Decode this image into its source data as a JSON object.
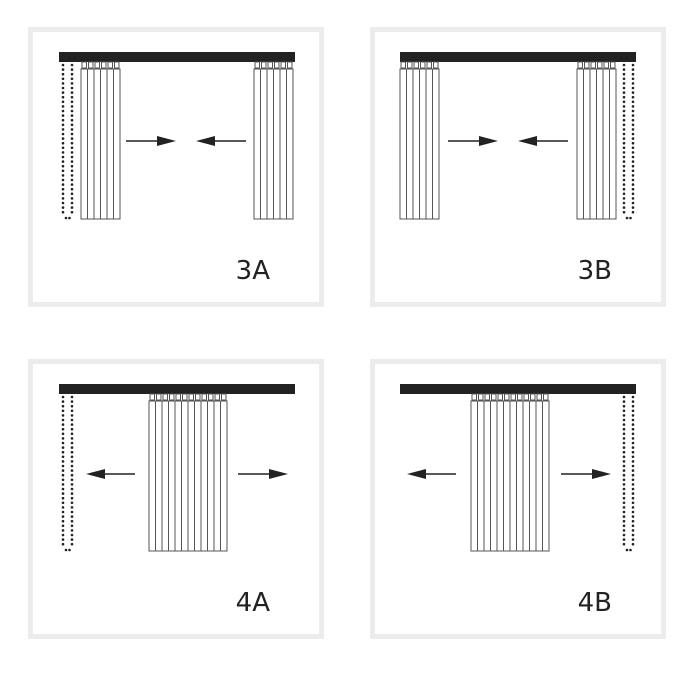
{
  "diagram": {
    "panels": [
      {
        "id": "3A",
        "label": "3A",
        "position": "top-left",
        "config": "split draw, cord left, panels open at sides",
        "cord_side": "left",
        "slat_groups": [
          {
            "side": "left",
            "count": 6
          },
          {
            "side": "right",
            "count": 6
          }
        ],
        "arrows": [
          "right",
          "left"
        ],
        "motion": "closing toward center"
      },
      {
        "id": "3B",
        "label": "3B",
        "position": "top-right",
        "config": "split draw, cord right, panels open at sides",
        "cord_side": "right",
        "slat_groups": [
          {
            "side": "left",
            "count": 6
          },
          {
            "side": "right",
            "count": 6
          }
        ],
        "arrows": [
          "right",
          "left"
        ],
        "motion": "closing toward center"
      },
      {
        "id": "4A",
        "label": "4A",
        "position": "bottom-left",
        "config": "center stack, cord left",
        "cord_side": "left",
        "slat_groups": [
          {
            "side": "center",
            "count": 12
          }
        ],
        "arrows": [
          "left",
          "right"
        ],
        "motion": "opening outward"
      },
      {
        "id": "4B",
        "label": "4B",
        "position": "bottom-right",
        "config": "center stack, cord right",
        "cord_side": "right",
        "slat_groups": [
          {
            "side": "center",
            "count": 12
          }
        ],
        "arrows": [
          "left",
          "right"
        ],
        "motion": "opening outward"
      }
    ],
    "colors": {
      "rail": "#222222",
      "slat_stroke": "#555555",
      "cord": "#222222",
      "arrow": "#222222",
      "panel_border": "#ececec",
      "label": "#222222"
    }
  }
}
